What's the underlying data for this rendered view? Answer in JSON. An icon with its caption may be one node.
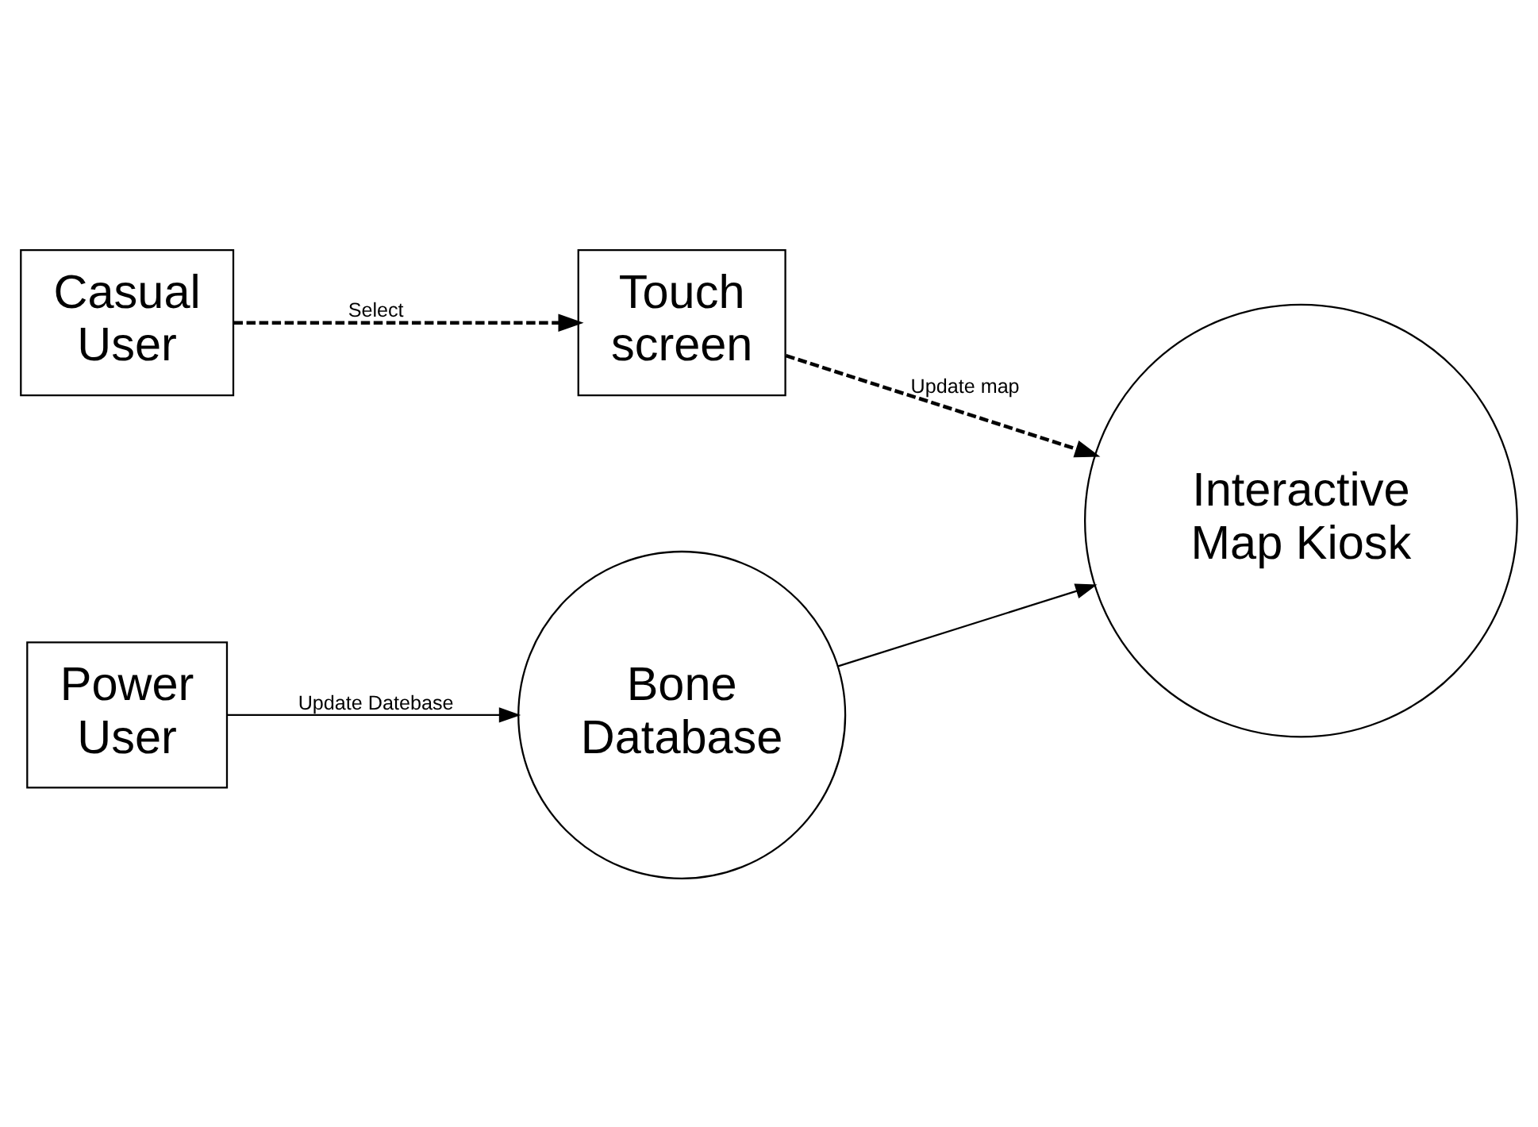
{
  "diagram": {
    "nodes": [
      {
        "text": [
          "Casual User"
        ]
      },
      {
        "text": [
          "Touch screen"
        ]
      },
      {
        "text": [
          "Interactive Map Kiosk"
        ]
      },
      {
        "text": [
          "Power User"
        ]
      },
      {
        "text": [
          "Bone Database"
        ]
      }
    ],
    "edges": [
      {
        "from": 0,
        "to": 1,
        "arrow": "to",
        "label": "Select",
        "style": "dashed"
      },
      {
        "from": 1,
        "to": 2,
        "arrow": "to",
        "label": "Update map",
        "style": "dashed"
      },
      {
        "from": 3,
        "to": 4,
        "arrow": "to",
        "label": "Update Datebase"
      },
      {
        "from": 4,
        "to": 2,
        "arrow": "to"
      }
    ]
  }
}
